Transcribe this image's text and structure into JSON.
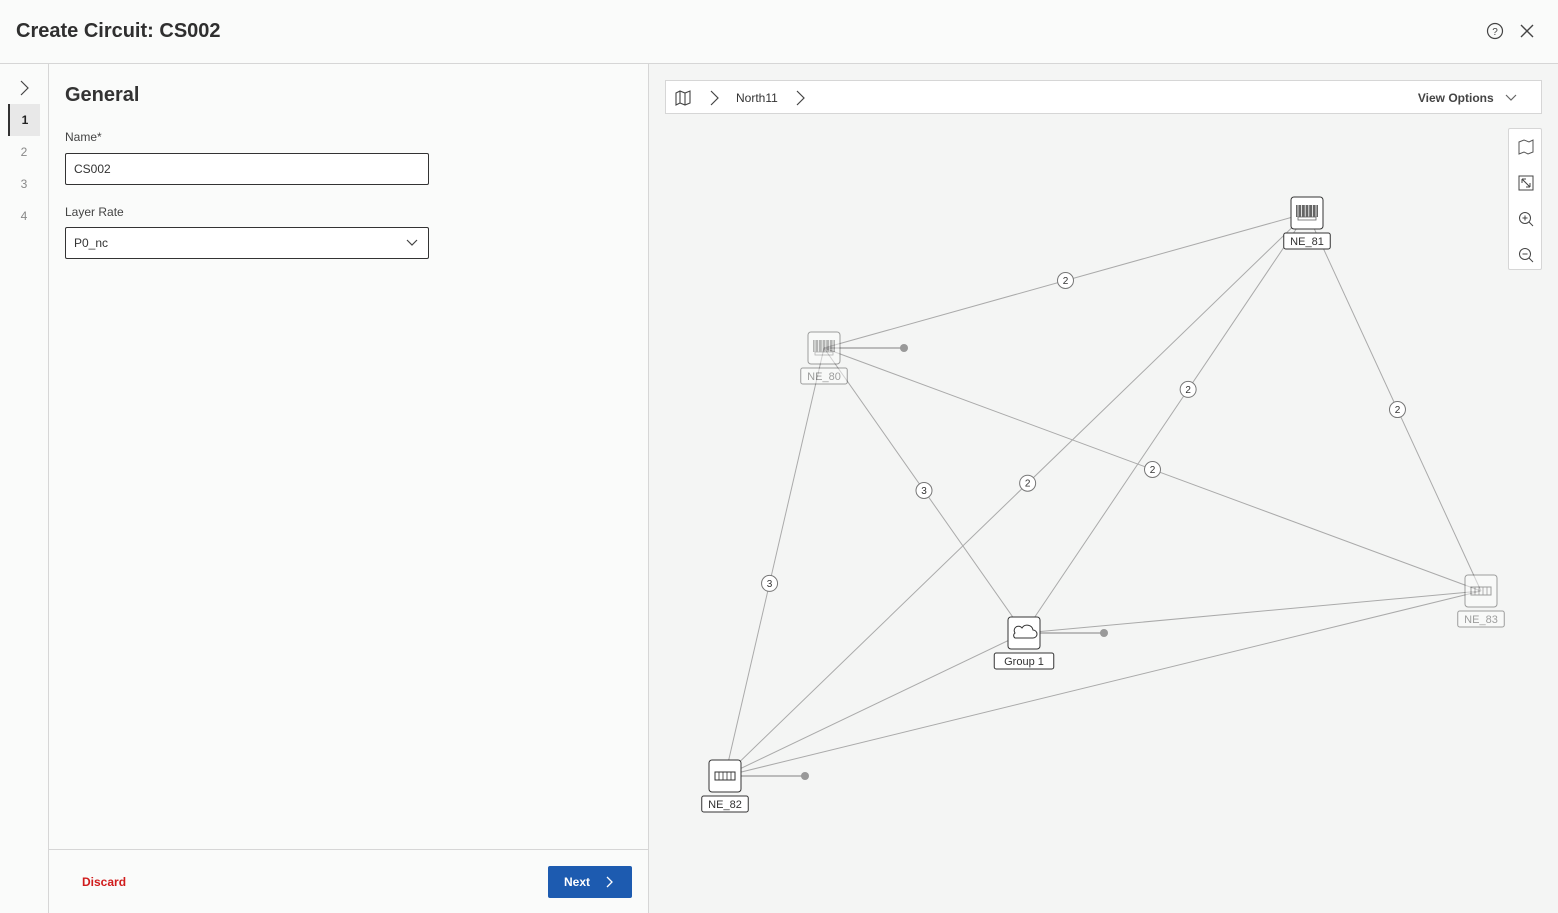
{
  "header": {
    "title": "Create Circuit: CS002"
  },
  "steps": [
    "1",
    "2",
    "3",
    "4"
  ],
  "form": {
    "section_title": "General",
    "name_label": "Name*",
    "name_value": "CS002",
    "layer_rate_label": "Layer Rate",
    "layer_rate_value": "P0_nc"
  },
  "footer": {
    "discard_label": "Discard",
    "next_label": "Next"
  },
  "map": {
    "breadcrumb": "North11",
    "view_options_label": "View Options",
    "nodes": [
      {
        "id": "NE_81",
        "label": "NE_81",
        "faded": false
      },
      {
        "id": "NE_80",
        "label": "NE_80",
        "faded": true
      },
      {
        "id": "NE_83",
        "label": "NE_83",
        "faded": true
      },
      {
        "id": "Group1",
        "label": "Group 1",
        "faded": false
      },
      {
        "id": "NE_82",
        "label": "NE_82",
        "faded": false
      }
    ],
    "edges": [
      {
        "from": "NE_80",
        "to": "NE_81",
        "count": "2"
      },
      {
        "from": "NE_80",
        "to": "NE_83",
        "count": "2"
      },
      {
        "from": "NE_80",
        "to": "Group1",
        "count": "3"
      },
      {
        "from": "NE_80",
        "to": "NE_82",
        "count": "3"
      },
      {
        "from": "NE_81",
        "to": "NE_82",
        "count": "2"
      },
      {
        "from": "NE_81",
        "to": "Group1",
        "count": "2"
      },
      {
        "from": "NE_81",
        "to": "NE_83",
        "count": "2"
      },
      {
        "from": "Group1",
        "to": "NE_83",
        "count": null
      },
      {
        "from": "Group1",
        "to": "NE_82",
        "count": null
      },
      {
        "from": "NE_82",
        "to": "NE_83",
        "count": null
      }
    ]
  }
}
